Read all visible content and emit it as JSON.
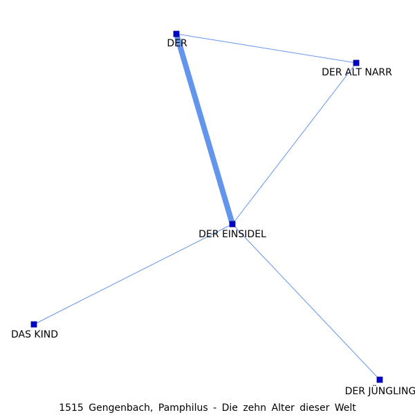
{
  "caption": "1515 Gengenbach, Pamphilus - Die zehn Alter dieser Welt",
  "colors": {
    "edge": "#6495ED",
    "node_fill": "#0000CD",
    "node_stroke": "#000080",
    "label": "#000000"
  },
  "nodes": [
    {
      "id": "der",
      "label": "DER"
    },
    {
      "id": "der-alt-narr",
      "label": "DER ALT NARR"
    },
    {
      "id": "der-einsidel",
      "label": "DER EINSIDEL"
    },
    {
      "id": "das-kind",
      "label": "DAS KIND"
    },
    {
      "id": "der-juengling",
      "label": "DER JÜNGLING"
    }
  ],
  "edges": [
    {
      "source": "der",
      "target": "der-alt-narr",
      "weight": 1
    },
    {
      "source": "der",
      "target": "der-einsidel",
      "weight": 8
    },
    {
      "source": "der-alt-narr",
      "target": "der-einsidel",
      "weight": 1
    },
    {
      "source": "der-einsidel",
      "target": "das-kind",
      "weight": 1
    },
    {
      "source": "der-einsidel",
      "target": "der-juengling",
      "weight": 1
    }
  ]
}
